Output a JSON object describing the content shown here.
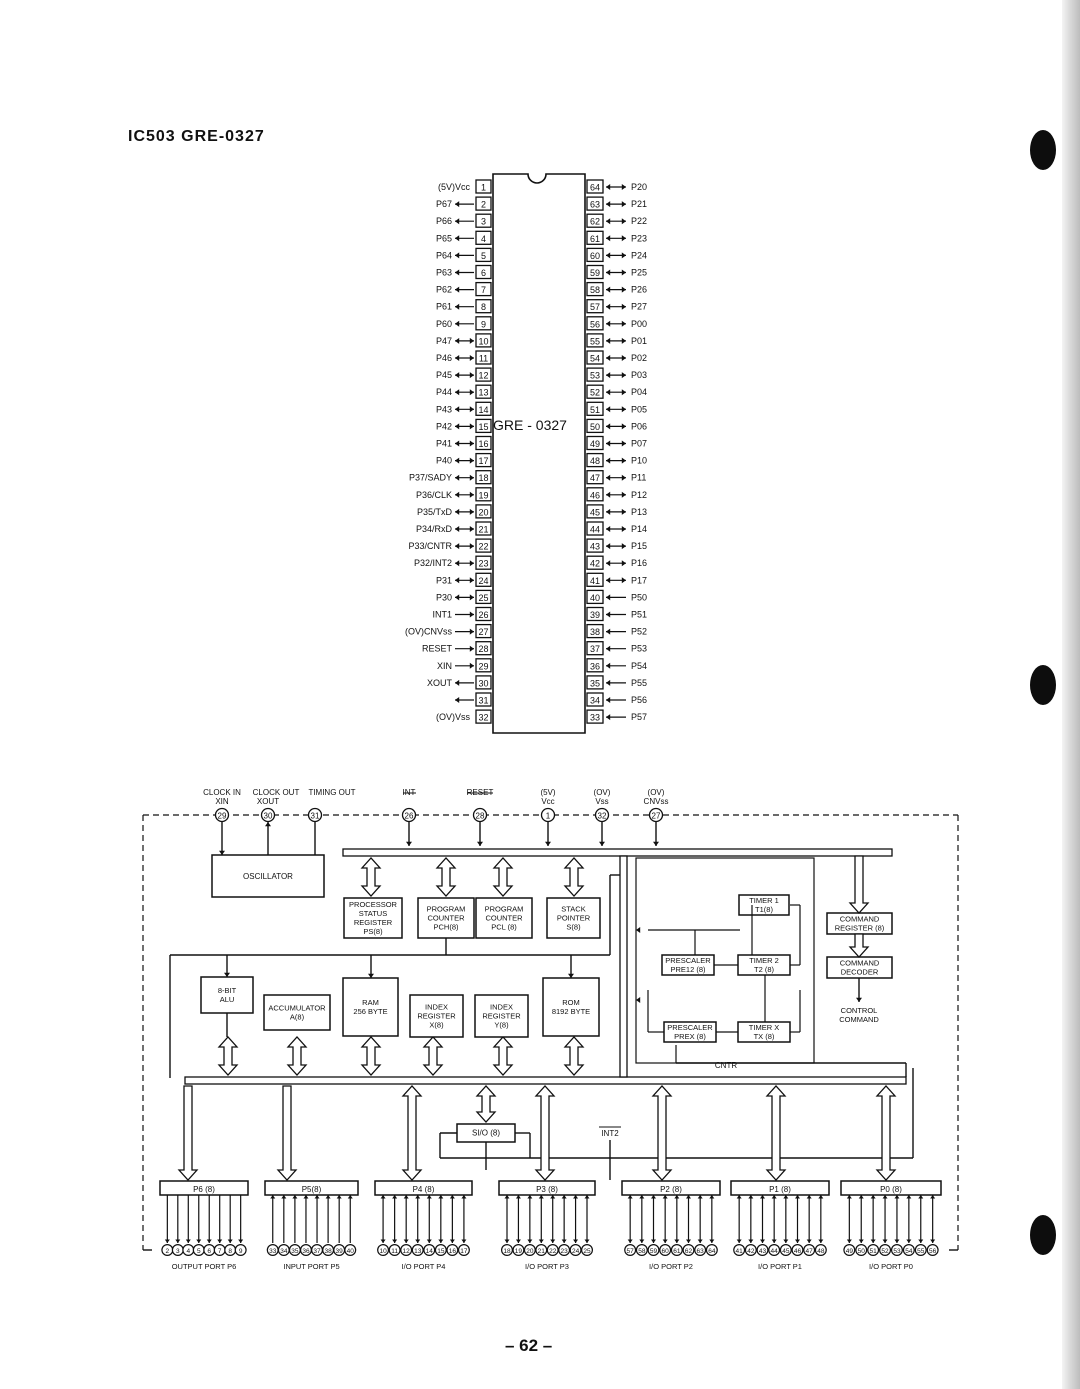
{
  "header": {
    "title": "IC503   GRE-0327"
  },
  "chip": {
    "label": "GRE - 0327",
    "left_pins": [
      {
        "n": "1",
        "label": "(5V)Vcc",
        "dir": "none"
      },
      {
        "n": "2",
        "label": "P67",
        "dir": "out"
      },
      {
        "n": "3",
        "label": "P66",
        "dir": "out"
      },
      {
        "n": "4",
        "label": "P65",
        "dir": "out"
      },
      {
        "n": "5",
        "label": "P64",
        "dir": "out"
      },
      {
        "n": "6",
        "label": "P63",
        "dir": "out"
      },
      {
        "n": "7",
        "label": "P62",
        "dir": "out"
      },
      {
        "n": "8",
        "label": "P61",
        "dir": "out"
      },
      {
        "n": "9",
        "label": "P60",
        "dir": "out"
      },
      {
        "n": "10",
        "label": "P47",
        "dir": "bi"
      },
      {
        "n": "11",
        "label": "P46",
        "dir": "bi"
      },
      {
        "n": "12",
        "label": "P45",
        "dir": "bi"
      },
      {
        "n": "13",
        "label": "P44",
        "dir": "bi"
      },
      {
        "n": "14",
        "label": "P43",
        "dir": "bi"
      },
      {
        "n": "15",
        "label": "P42",
        "dir": "bi"
      },
      {
        "n": "16",
        "label": "P41",
        "dir": "bi"
      },
      {
        "n": "17",
        "label": "P40",
        "dir": "bi"
      },
      {
        "n": "18",
        "label": "P37/SADY",
        "dir": "bi"
      },
      {
        "n": "19",
        "label": "P36/CLK",
        "dir": "bi"
      },
      {
        "n": "20",
        "label": "P35/TxD",
        "dir": "bi"
      },
      {
        "n": "21",
        "label": "P34/RxD",
        "dir": "bi"
      },
      {
        "n": "22",
        "label": "P33/CNTR",
        "dir": "bi"
      },
      {
        "n": "23",
        "label": "P32/INT2",
        "dir": "bi"
      },
      {
        "n": "24",
        "label": "P31",
        "dir": "bi"
      },
      {
        "n": "25",
        "label": "P30",
        "dir": "bi"
      },
      {
        "n": "26",
        "label": "INT1",
        "dir": "in"
      },
      {
        "n": "27",
        "label": "(OV)CNVss",
        "dir": "in"
      },
      {
        "n": "28",
        "label": "RESET",
        "dir": "in"
      },
      {
        "n": "29",
        "label": "XIN",
        "dir": "in"
      },
      {
        "n": "30",
        "label": "XOUT",
        "dir": "out"
      },
      {
        "n": "31",
        "label": "",
        "dir": "out"
      },
      {
        "n": "32",
        "label": "(OV)Vss",
        "dir": "none"
      }
    ],
    "right_pins": [
      {
        "n": "64",
        "label": "P20",
        "dir": "bi"
      },
      {
        "n": "63",
        "label": "P21",
        "dir": "bi"
      },
      {
        "n": "62",
        "label": "P22",
        "dir": "bi"
      },
      {
        "n": "61",
        "label": "P23",
        "dir": "bi"
      },
      {
        "n": "60",
        "label": "P24",
        "dir": "bi"
      },
      {
        "n": "59",
        "label": "P25",
        "dir": "bi"
      },
      {
        "n": "58",
        "label": "P26",
        "dir": "bi"
      },
      {
        "n": "57",
        "label": "P27",
        "dir": "bi"
      },
      {
        "n": "56",
        "label": "P00",
        "dir": "bi"
      },
      {
        "n": "55",
        "label": "P01",
        "dir": "bi"
      },
      {
        "n": "54",
        "label": "P02",
        "dir": "bi"
      },
      {
        "n": "53",
        "label": "P03",
        "dir": "bi"
      },
      {
        "n": "52",
        "label": "P04",
        "dir": "bi"
      },
      {
        "n": "51",
        "label": "P05",
        "dir": "bi"
      },
      {
        "n": "50",
        "label": "P06",
        "dir": "bi"
      },
      {
        "n": "49",
        "label": "P07",
        "dir": "bi"
      },
      {
        "n": "48",
        "label": "P10",
        "dir": "bi"
      },
      {
        "n": "47",
        "label": "P11",
        "dir": "bi"
      },
      {
        "n": "46",
        "label": "P12",
        "dir": "bi"
      },
      {
        "n": "45",
        "label": "P13",
        "dir": "bi"
      },
      {
        "n": "44",
        "label": "P14",
        "dir": "bi"
      },
      {
        "n": "43",
        "label": "P15",
        "dir": "bi"
      },
      {
        "n": "42",
        "label": "P16",
        "dir": "bi"
      },
      {
        "n": "41",
        "label": "P17",
        "dir": "bi"
      },
      {
        "n": "40",
        "label": "P50",
        "dir": "in"
      },
      {
        "n": "39",
        "label": "P51",
        "dir": "in"
      },
      {
        "n": "38",
        "label": "P52",
        "dir": "in"
      },
      {
        "n": "37",
        "label": "P53",
        "dir": "in"
      },
      {
        "n": "36",
        "label": "P54",
        "dir": "in"
      },
      {
        "n": "35",
        "label": "P55",
        "dir": "in"
      },
      {
        "n": "34",
        "label": "P56",
        "dir": "in"
      },
      {
        "n": "33",
        "label": "P57",
        "dir": "in"
      }
    ]
  },
  "block": {
    "top_signals": [
      {
        "label": "CLOCK IN",
        "sub": "XIN",
        "pin": "29"
      },
      {
        "label": "CLOCK OUT",
        "sub": "XOUT",
        "pin": "30"
      },
      {
        "label": "TIMING OUT",
        "sub": "",
        "pin": "31"
      },
      {
        "label": "INT",
        "sub": "",
        "pin": "26"
      },
      {
        "label": "RESET",
        "sub": "",
        "pin": "28"
      },
      {
        "label": "(5V)",
        "sub": "Vcc",
        "pin": "1"
      },
      {
        "label": "(OV)",
        "sub": "Vss",
        "pin": "32"
      },
      {
        "label": "(OV)",
        "sub": "CNVss",
        "pin": "27"
      }
    ],
    "boxes": {
      "oscillator": [
        "OSCILLATOR"
      ],
      "psr": [
        "PROCESSOR",
        "STATUS",
        "REGISTER",
        "PS(8)"
      ],
      "pch": [
        "PROGRAM",
        "COUNTER",
        "PCH(8)"
      ],
      "pcl": [
        "PROGRAM",
        "COUNTER",
        "PCL (8)"
      ],
      "sp": [
        "STACK",
        "POINTER",
        "S(8)"
      ],
      "alu": [
        "8-BIT",
        "ALU"
      ],
      "acc": [
        "ACCUMULATOR",
        "A(8)"
      ],
      "ram": [
        "RAM",
        "256 BYTE"
      ],
      "ix": [
        "INDEX",
        "REGISTER",
        "X(8)"
      ],
      "iy": [
        "INDEX",
        "REGISTER",
        "Y(8)"
      ],
      "rom": [
        "ROM",
        "8192 BYTE"
      ],
      "t1": [
        "TIMER 1",
        "T1(8)"
      ],
      "t2": [
        "TIMER 2",
        "T2 (8)"
      ],
      "tx": [
        "TIMER X",
        "TX (8)"
      ],
      "pre12": [
        "PRESCALER",
        "PRE12 (8)"
      ],
      "prex": [
        "PRESCALER",
        "PREX (8)"
      ],
      "cmdreg": [
        "COMMAND",
        "REGISTER (8)"
      ],
      "cmddec": [
        "COMMAND",
        "DECODER"
      ],
      "sio": [
        "SI/O (8)"
      ]
    },
    "control_command": [
      "CONTROL",
      "COMMAND"
    ],
    "cntr": "CNTR",
    "int2": "INT2",
    "ports": [
      {
        "label": "P6 (8)",
        "name": "OUTPUT PORT P6",
        "pins": [
          "2",
          "3",
          "4",
          "5",
          "6",
          "7",
          "8",
          "9"
        ]
      },
      {
        "label": "P5(8)",
        "name": "INPUT PORT P5",
        "pins": [
          "33",
          "34",
          "35",
          "36",
          "37",
          "38",
          "39",
          "40"
        ]
      },
      {
        "label": "P4 (8)",
        "name": "I/O PORT P4",
        "pins": [
          "10",
          "11",
          "12",
          "13",
          "14",
          "15",
          "16",
          "17"
        ]
      },
      {
        "label": "P3 (8)",
        "name": "I/O PORT P3",
        "pins": [
          "18",
          "19",
          "20",
          "21",
          "22",
          "23",
          "24",
          "25"
        ]
      },
      {
        "label": "P2 (8)",
        "name": "I/O PORT P2",
        "pins": [
          "57",
          "58",
          "59",
          "60",
          "61",
          "62",
          "63",
          "64"
        ]
      },
      {
        "label": "P1 (8)",
        "name": "I/O PORT P1",
        "pins": [
          "41",
          "42",
          "43",
          "44",
          "45",
          "46",
          "47",
          "48"
        ]
      },
      {
        "label": "P0 (8)",
        "name": "I/O PORT P0",
        "pins": [
          "49",
          "50",
          "51",
          "52",
          "53",
          "54",
          "55",
          "56"
        ]
      }
    ]
  },
  "footer": {
    "page": "– 62 –"
  }
}
